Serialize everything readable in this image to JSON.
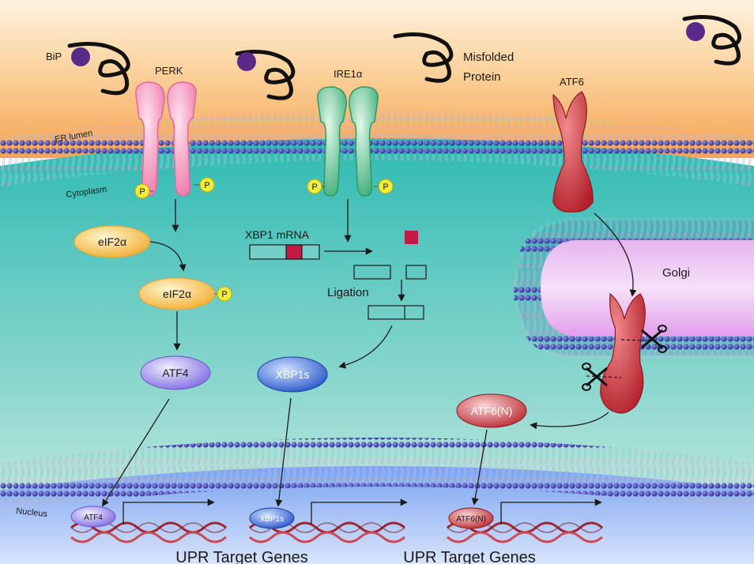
{
  "labels": {
    "bip": "BiP",
    "perk": "PERK",
    "ire1a": "IRE1α",
    "misfolded_line1": "Misfolded",
    "misfolded_line2": "Protein",
    "atf6": "ATF6",
    "er_lumen": "ER lumen",
    "cytoplasm": "Cytoplasm",
    "golgi": "Golgi",
    "nucleus": "Nucleus",
    "phospho": "P",
    "eif2a": "eIF2α",
    "eif2a_p": "eIF2α",
    "atf4": "ATF4",
    "xbp1_mrna": "XBP1 mRNA",
    "ligation": "Ligation",
    "xbp1s": "XBP1s",
    "atf6n": "ATF6(N)",
    "nuc_atf4": "ATF4",
    "nuc_xbp1s": "XBP1s",
    "nuc_atf6n": "ATF6(N)",
    "upr_genes_1": "UPR Target Genes",
    "upr_genes_2": "UPR Target Genes"
  },
  "colors": {
    "er_lumen": "#f7ae5e",
    "cytoplasm": "#3bbfb8",
    "nucleus": "#4f7ee8",
    "golgi": "#e79af0",
    "membrane_head": "#3c3cb0",
    "perk": "#f59ac0",
    "ire1": "#6ec89a",
    "atf6": "#c8323a",
    "eif2a": "#f3b73c",
    "atf4": "#8f7ee6",
    "xbp1s": "#2f62d6",
    "atf6n": "#c42e36",
    "bip": "#5a2a8a",
    "phospho": "#f2ec3a",
    "dna": "#a02530",
    "splice_red": "#c21a44"
  }
}
